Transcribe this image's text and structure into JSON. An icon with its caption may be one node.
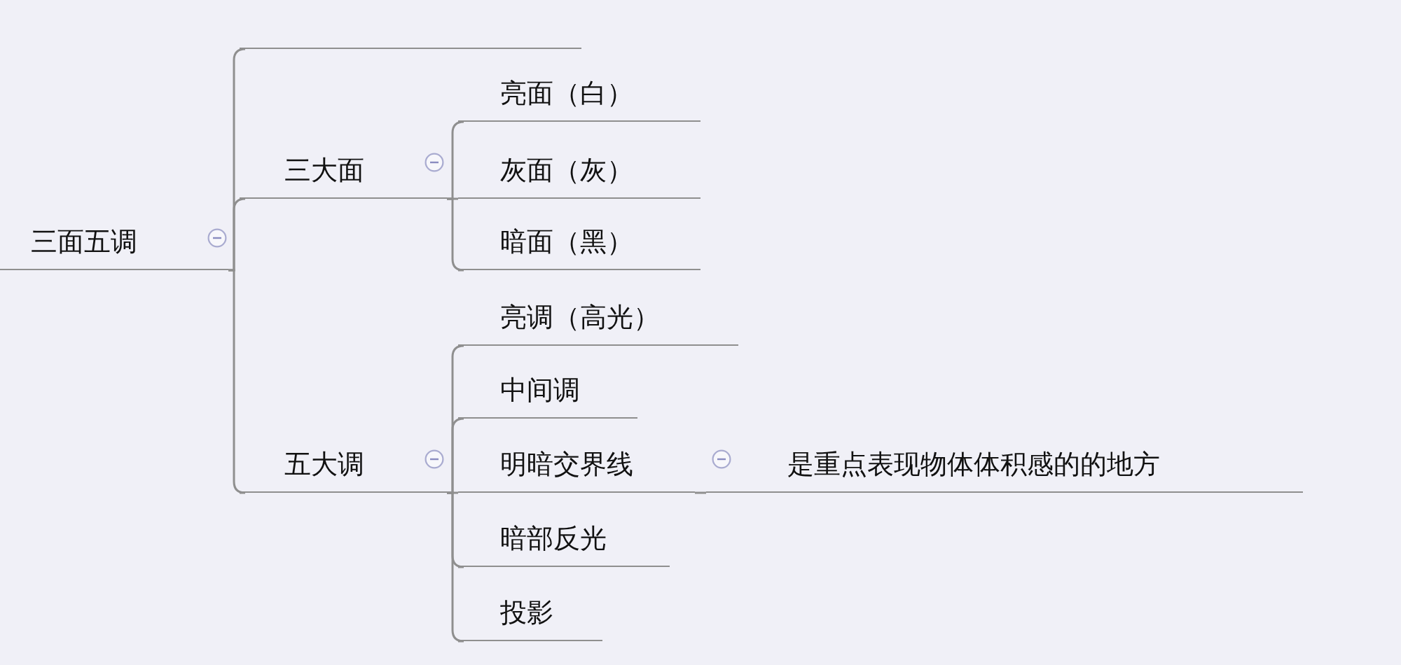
{
  "diagram": {
    "nodes": [
      {
        "text": [
          "三面五调"
        ]
      },
      {
        "text": [],
        "shape": "line"
      },
      {
        "text": [
          "三大面"
        ]
      },
      {
        "text": [
          "亮面（白）"
        ]
      },
      {
        "text": [
          "灰面（灰）"
        ]
      },
      {
        "text": [
          "暗面（黑）"
        ]
      },
      {
        "text": [
          "五大调"
        ]
      },
      {
        "text": [
          "亮调（高光）"
        ]
      },
      {
        "text": [
          "中间调"
        ]
      },
      {
        "text": [
          "明暗交界线"
        ]
      },
      {
        "text": [
          "是重点表现物体体积感的的地方"
        ]
      },
      {
        "text": [
          "暗部反光"
        ]
      },
      {
        "text": [
          "投影"
        ]
      }
    ],
    "edges": [
      {
        "from": 0,
        "to": 1,
        "arrow": "none"
      },
      {
        "from": 0,
        "to": 2,
        "arrow": "none"
      },
      {
        "from": 0,
        "to": 6,
        "arrow": "none"
      },
      {
        "from": 2,
        "to": 3,
        "arrow": "none"
      },
      {
        "from": 2,
        "to": 4,
        "arrow": "none"
      },
      {
        "from": 2,
        "to": 5,
        "arrow": "none"
      },
      {
        "from": 6,
        "to": 7,
        "arrow": "none"
      },
      {
        "from": 6,
        "to": 8,
        "arrow": "none"
      },
      {
        "from": 6,
        "to": 9,
        "arrow": "none"
      },
      {
        "from": 6,
        "to": 11,
        "arrow": "none"
      },
      {
        "from": 6,
        "to": 12,
        "arrow": "none"
      },
      {
        "from": 9,
        "to": 10,
        "arrow": "none"
      }
    ]
  }
}
